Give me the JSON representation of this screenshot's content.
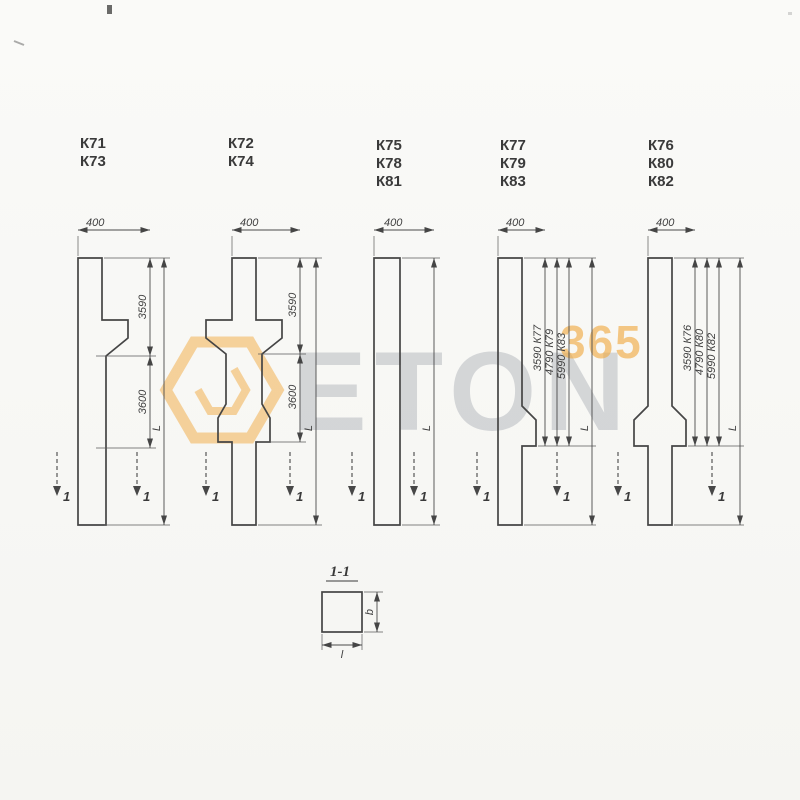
{
  "colors": {
    "line": "#454545",
    "accent_orange": "#f1a93f",
    "watermark_gray": "#aeb2b8",
    "paper": "#f9f9f6"
  },
  "watermark": {
    "word": "ETON",
    "number": "365"
  },
  "columns": [
    {
      "marks": [
        "К71",
        "К73"
      ],
      "width": "400",
      "segments": [
        "3590",
        "3600"
      ],
      "length": "L"
    },
    {
      "marks": [
        "К72",
        "К74"
      ],
      "width": "400",
      "segments": [
        "3590",
        "3600"
      ],
      "length": "L"
    },
    {
      "marks": [
        "К75",
        "К78",
        "К81"
      ],
      "width": "400",
      "segments": [],
      "length": "L"
    },
    {
      "marks": [
        "К77",
        "К79",
        "К83"
      ],
      "width": "400",
      "segments": [
        "3590  К77",
        "4790  К79",
        "5990  К83"
      ],
      "length": "L"
    },
    {
      "marks": [
        "К76",
        "К80",
        "К82"
      ],
      "width": "400",
      "segments": [
        "3590  К76",
        "4790  К80",
        "5990  К82"
      ],
      "length": "L"
    }
  ],
  "section_marks": {
    "label": "1"
  },
  "section_view": {
    "title": "1-1",
    "dim_height": "b",
    "dim_width": "l"
  }
}
